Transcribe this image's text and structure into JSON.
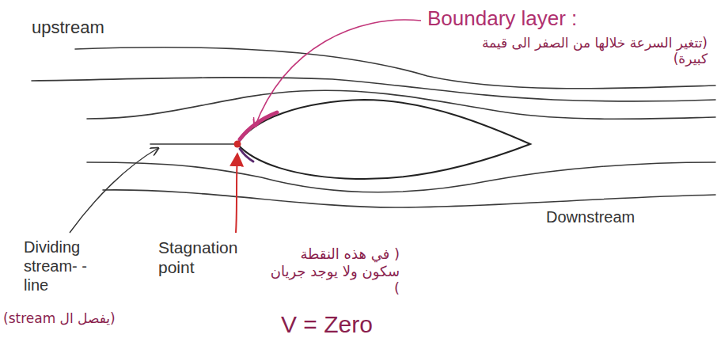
{
  "diagram": {
    "labels": [
      "upstream",
      "Boundary layer :",
      "(تتغير السرعة خلالها من الصفر الى قيمة كبيرة)",
      "Downstream",
      "Dividing stream- -line",
      "(يفصل ال stream)",
      "Stagnation point",
      "( في هذه النقطة سكون ولا يوجد جريان )",
      "V = Zero"
    ]
  }
}
